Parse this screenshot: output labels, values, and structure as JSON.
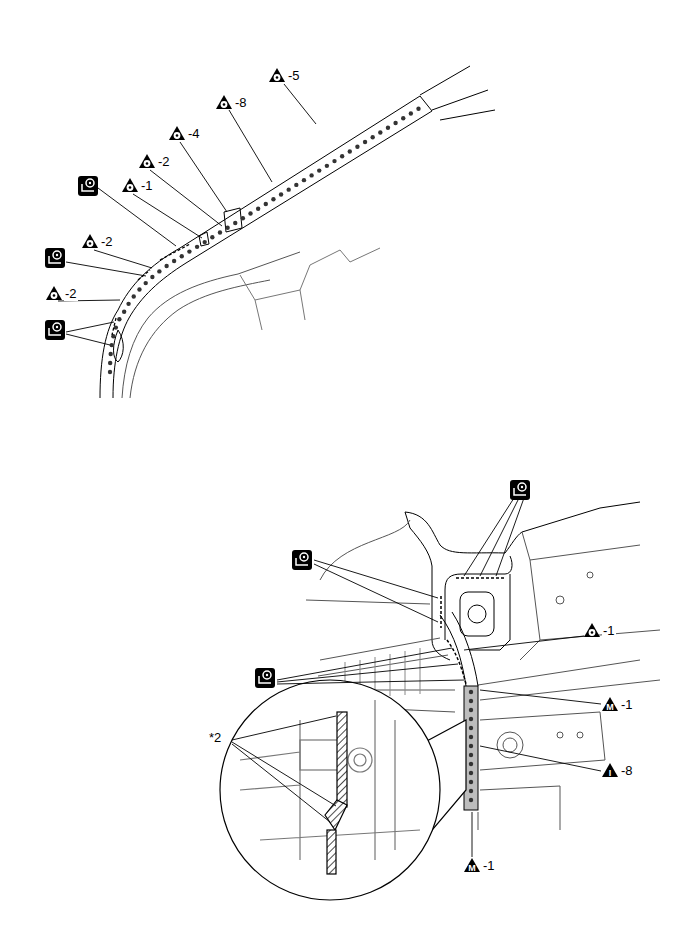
{
  "diagram": {
    "labels": [
      "-5",
      "-8",
      "-4",
      "-2",
      "-1",
      "-2",
      "-2",
      "-1",
      "M",
      "-1",
      "I",
      "-8",
      "M",
      "-1",
      "*2"
    ]
  }
}
